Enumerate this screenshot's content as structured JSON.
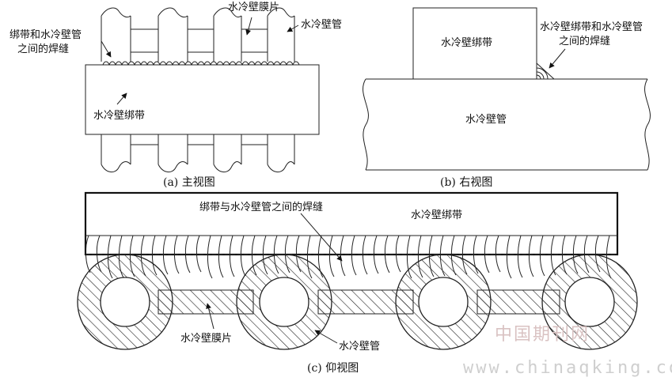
{
  "views": {
    "front": {
      "caption": "(a) 主视图",
      "label_film": "水冷壁膜片",
      "label_tube": "水冷壁管",
      "label_weld_l1": "绑带和水冷壁管",
      "label_weld_l2": "之间的焊缝",
      "label_strap": "水冷壁绑带"
    },
    "right": {
      "caption": "(b) 右视图",
      "label_strap": "水冷壁绑带",
      "label_weld_l1": "水冷壁绑带和水冷壁管",
      "label_weld_l2": "之间的焊缝",
      "label_tube": "水冷壁管"
    },
    "bottom": {
      "caption": "(c) 仰视图",
      "label_weld": "绑带与水冷壁管之间的焊缝",
      "label_strap": "水冷壁绑带",
      "label_film": "水冷壁膜片",
      "label_tube": "水冷壁管"
    }
  },
  "watermark": {
    "cn": "中国期刊网",
    "url": "www.chinaqking.com"
  },
  "colors": {
    "line": "#222222",
    "watermark_cn": "#d9c2c2",
    "watermark_url": "#cfcfcf"
  }
}
